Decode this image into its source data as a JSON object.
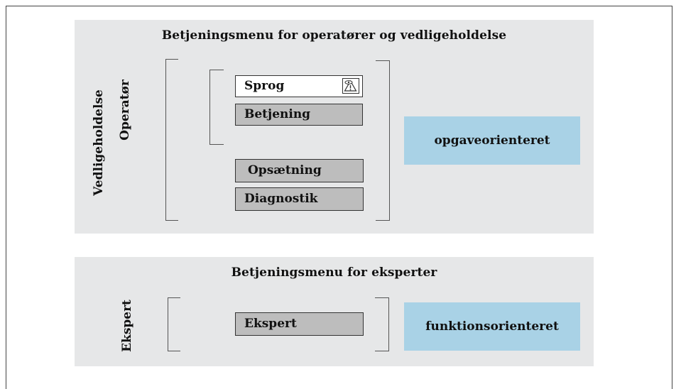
{
  "top_panel": {
    "title": "Betjeningsmenu for operatører og vedligeholdelse",
    "outer_label": "Vedligeholdelse",
    "inner_label": "Operatør",
    "menu_items": [
      "Sprog",
      "Betjening",
      "Opsætning",
      "Diagnostik"
    ],
    "orientation": "opgaveorienteret",
    "sprog_icon": "eye-warning-icon"
  },
  "bottom_panel": {
    "title": "Betjeningsmenu for eksperter",
    "label": "Ekspert",
    "menu_items": [
      "Ekspert"
    ],
    "orientation": "funktionsorienteret"
  },
  "colors": {
    "panel_bg": "#e6e7e8",
    "menu_box": "#bdbdbd",
    "orientation_box": "#a9d2e6"
  }
}
